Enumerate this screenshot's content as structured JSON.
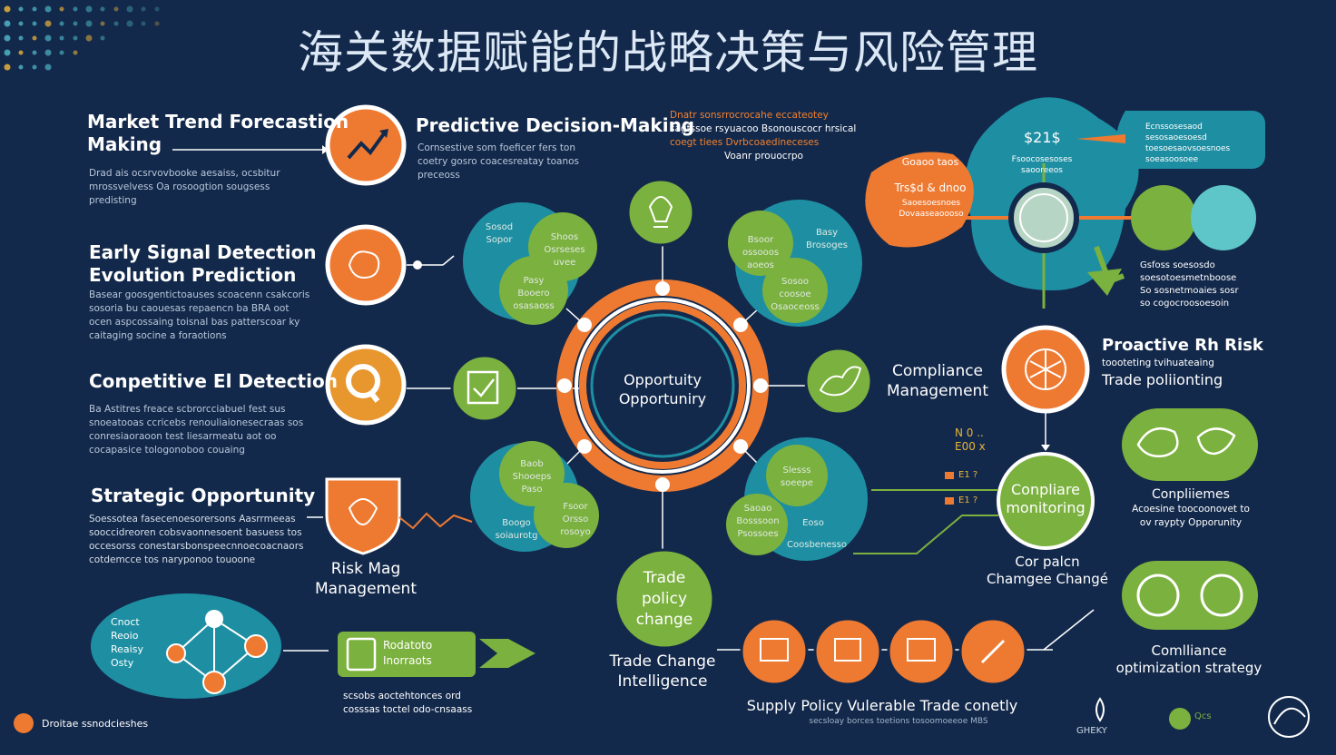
{
  "title": "海关数据赋能的战略决策与风险管理",
  "colors": {
    "bg": "#13294b",
    "orange": "#ee7a32",
    "green": "#7bb13e",
    "teal": "#1e8fa3",
    "ring": "#ee7a32"
  },
  "left": [
    {
      "title": "Market Trend Forecastion\nMaking",
      "desc": "Drad ais ocsrvovbooke aesaiss, ocsbitur\nmrossvelvess Oa rosoogtion sougsess\npredisting",
      "icon": "trend-chart-icon"
    },
    {
      "title": "Early Signal Detection\nEvolution Prediction",
      "desc": "Basear goosgentictoauses scoacenn csakcoris\nsosoria bu caouesas repaencn ba BRA oot\nocen aspcossaing toisnal bas patterscoar ky\ncaitaging socine a foraotions",
      "icon": "signal-brain-icon"
    },
    {
      "title": "Conpetitive El Detection",
      "desc": "Ba Astitres freace scbrorcciabuel fest sus\nsnoeatooas ccricebs renouliaionesecraas sos\nconresiaoraoon test liesarmeatu aot oo\ncocapasice tologonoboo couaing",
      "icon": "search-magnifier-icon"
    },
    {
      "title": "Strategic Opportunity",
      "desc": "Soessotea fasecenoesorersons Aasrrmeeas\nsooccidreoren cobsvaonnesoent basuess tos\noccesorss conestarsbonspeecnnoecoacnaors\ncotdemcce tos naryponoo touoone",
      "icon": "shield-tree-icon"
    }
  ],
  "predictive": {
    "title": "Predictive Decision-Making",
    "desc": "Cornsestive som foeficer fers ton\ncoetry gosro coacesreatay toanos\npreceoss"
  },
  "top_center": {
    "line1": "Dnatr sonsrrocrocahe eccateotey",
    "line2": "sagtssoe rsyuacoo Bsonouscocr hrsical",
    "line3": "coegt tiees Dvrbcoaedineceses",
    "line4": "Voanr prouocrpo"
  },
  "center": {
    "line1": "Opportuity",
    "line2": "Opportuniry"
  },
  "left_cluster": {
    "a": "Sosod\nSopor",
    "b": "Shoos\nOsrseses\nuvee",
    "c": "Pasy\nBooero\nosasaoss"
  },
  "right_cluster": {
    "a": "Bsoor\nossooos\naoeos",
    "b": "Basy\nBrosoges",
    "c": "Sosoo\ncoosoe\nOsaoceoss"
  },
  "bl_cluster": {
    "a": "Baob\nShooeps\nPaso",
    "b": "Boogo\nsoiaurotg",
    "c": "Fsoor\nOrsso\nrosoyo"
  },
  "br_cluster": {
    "a": "Slesss\nsoeepe",
    "b": "Saoao\nBosssoon\nPsossoes",
    "c": "Eoso",
    "d": "Coosbenesso"
  },
  "trade_policy": "Trade\npolicy\nchange",
  "trade_change": "Trade Change\nIntelligence",
  "risk_mgmt": "Risk Mag\nManagement",
  "compliance": "Compliance\nManagement",
  "proactive": {
    "title": "Proactive Rh Risk",
    "line2": "toooteting tvihuateaing",
    "line3": "Trade poliionting"
  },
  "comp_monitor": "Conpliare\nmonitoring",
  "comp_change": "Cor palcn\nChamgee Changé",
  "compliance_right": {
    "title": "Conpliiemes",
    "desc": "Acoesine toocoonovet to\nov raypty Opporunity"
  },
  "comp_opt": "Comlliance\noptimization strategy",
  "supply": {
    "title": "Supply Policy Vulerable Trade conetly",
    "desc": "secsloay borces toetions tosoomoeeoe MBS"
  },
  "bl_panel": {
    "btn": "Rodatoto\nInorraots",
    "desc": "scsobs aoctehtonces ord\ncosssas toctel odo-cnsaass",
    "cluster": "Cnoct\nReoio\nReaisy\nOsty"
  },
  "top_right": {
    "box": "Ecnssosesaod\nsesosaoesoesd\ntoesoesaovsoesnoes\nsoeasoosoee",
    "money": "$21$",
    "money_sub": "Fsoocosesoses\nsaooreeos",
    "b1": "Goaoo taos",
    "b2": "Trs$d & dnoo",
    "b3": "Saoesoesnoes\nDovaaseaoooso",
    "desc": "Gsfoss soesosdo\nsoesotoesmetnboose\nSo sosnetmoaies sosr\nso cogocroosoesoin"
  },
  "small_bars": {
    "a": "N 0 ..\nE00 x",
    "b": "E1 ?",
    "c": "E1 ?"
  },
  "footer": {
    "left": "Droitae ssnodcieshes",
    "center_logo": "GHEKY",
    "logo2": "Qcs"
  }
}
